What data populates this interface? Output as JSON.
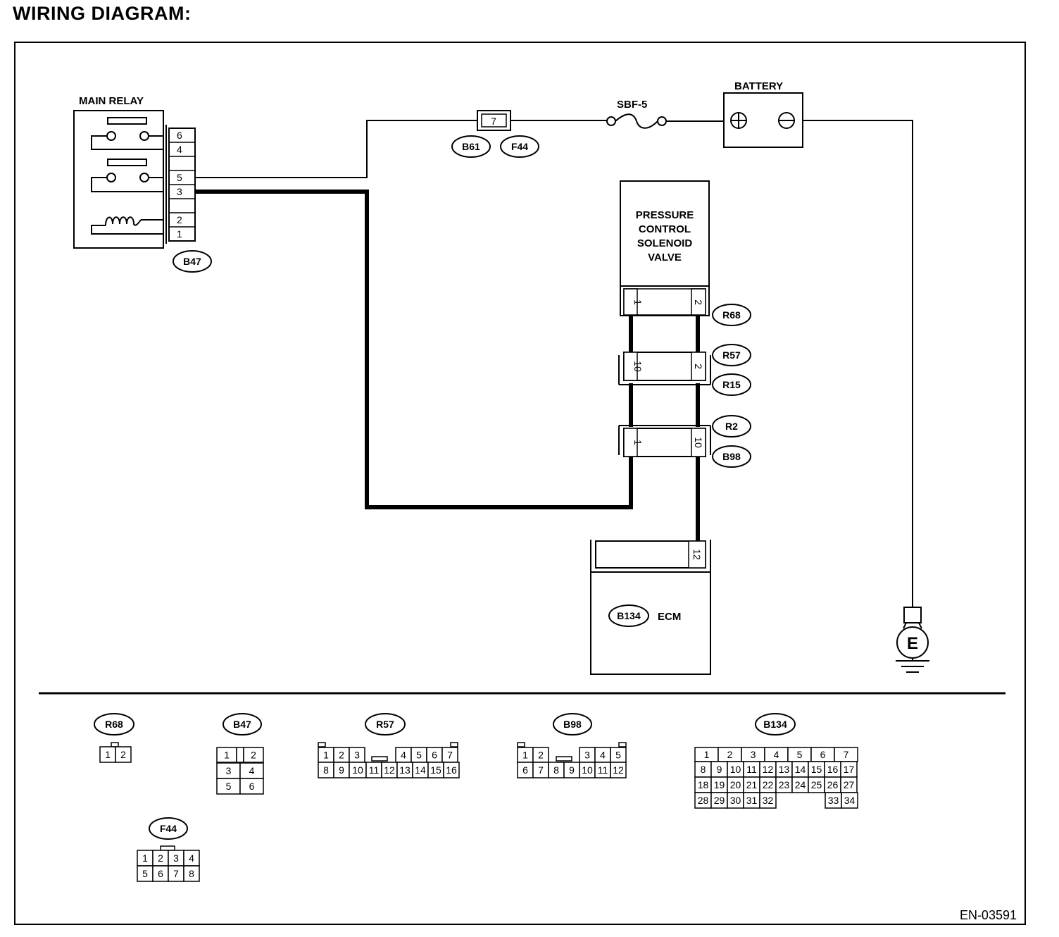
{
  "title": "WIRING DIAGRAM:",
  "figure_code": "EN-03591",
  "components": {
    "main_relay": "MAIN RELAY",
    "battery": "BATTERY",
    "fuse": "SBF-5",
    "fuse_pin": "7",
    "pcsv_lines": [
      "PRESSURE",
      "CONTROL",
      "SOLENOID",
      "VALVE"
    ],
    "ecm": "ECM",
    "ground": "E"
  },
  "relay_pins": [
    "6",
    "4",
    "5",
    "3",
    "2",
    "1"
  ],
  "connectors": {
    "b47": "B47",
    "b61": "B61",
    "f44": "F44",
    "r68": "R68",
    "r57": "R57",
    "r15": "R15",
    "r2": "R2",
    "b98": "B98",
    "b134": "B134"
  },
  "connector_pins": {
    "r68_left": "1",
    "r68_right": "2",
    "r57_left": "10",
    "r57_right": "2",
    "r2_left": "1",
    "r2_right": "10",
    "ecm": "12"
  },
  "legend": [
    {
      "name": "R68",
      "rows": [
        [
          "1",
          "2"
        ]
      ]
    },
    {
      "name": "B47",
      "rows": [
        [
          "1",
          "",
          "2"
        ],
        [
          "3",
          "4"
        ],
        [
          "5",
          "6"
        ]
      ]
    },
    {
      "name": "R57",
      "rows": [
        [
          "1",
          "2",
          "3",
          "",
          "4",
          "5",
          "6",
          "7"
        ],
        [
          "8",
          "9",
          "10",
          "11",
          "12",
          "13",
          "14",
          "15",
          "16"
        ]
      ]
    },
    {
      "name": "B98",
      "rows": [
        [
          "1",
          "2",
          "",
          "3",
          "4",
          "5"
        ],
        [
          "6",
          "7",
          "8",
          "9",
          "10",
          "11",
          "12"
        ]
      ]
    },
    {
      "name": "B134",
      "rows": [
        [
          "1",
          "2",
          "3",
          "4",
          "5",
          "6",
          "7"
        ],
        [
          "8",
          "9",
          "10",
          "11",
          "12",
          "13",
          "14",
          "15",
          "16",
          "17"
        ],
        [
          "18",
          "19",
          "20",
          "21",
          "22",
          "23",
          "24",
          "25",
          "26",
          "27"
        ],
        [
          "28",
          "29",
          "30",
          "31",
          "32",
          "33",
          "34"
        ]
      ]
    },
    {
      "name": "F44",
      "rows": [
        [
          "1",
          "2",
          "3",
          "4"
        ],
        [
          "5",
          "6",
          "7",
          "8"
        ]
      ]
    }
  ]
}
